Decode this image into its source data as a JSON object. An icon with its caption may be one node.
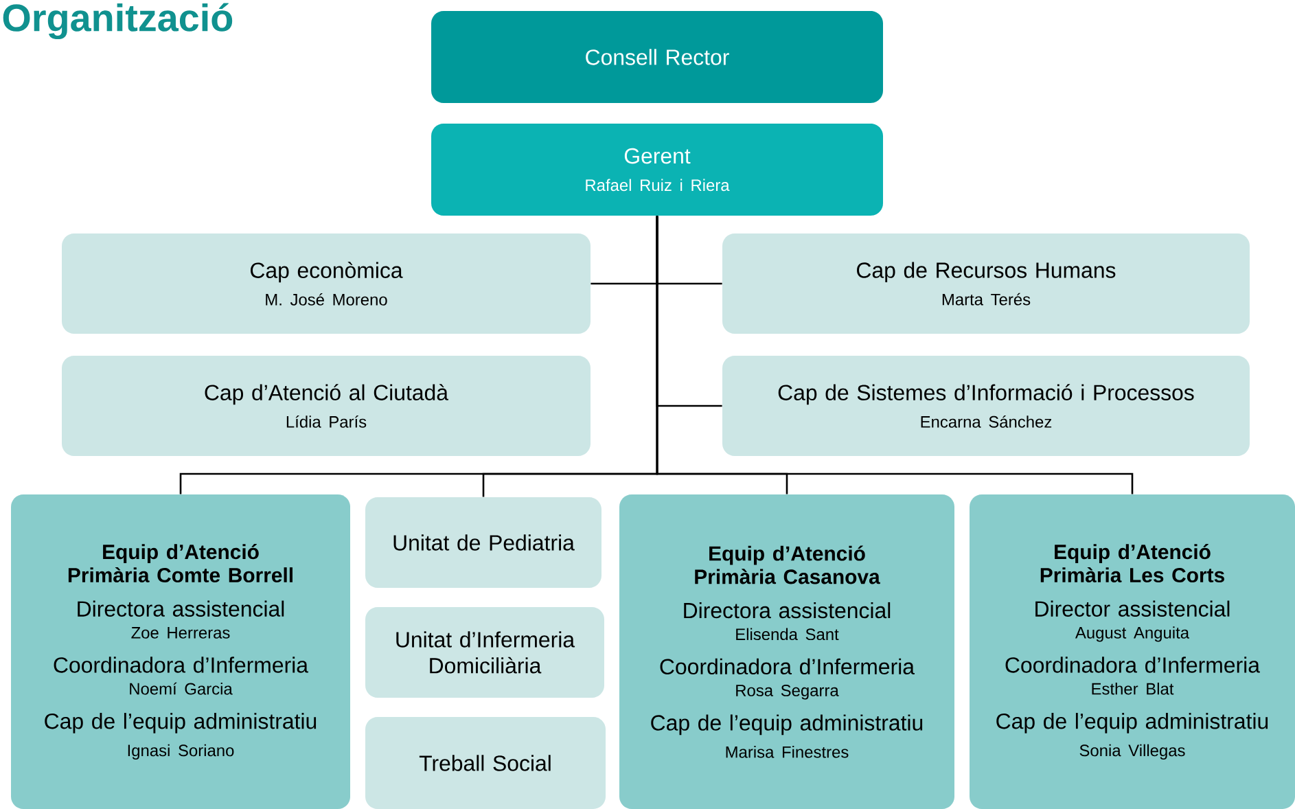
{
  "diagram": {
    "title": "Organització",
    "nodes": [
      {
        "text": [
          "Consell Rector"
        ]
      },
      {
        "text": [
          "Gerent",
          "Rafael Ruiz i Riera"
        ]
      },
      {
        "text": [
          "Cap econòmica",
          "M. José Moreno"
        ]
      },
      {
        "text": [
          "Cap de Recursos Humans",
          "Marta Terés"
        ]
      },
      {
        "text": [
          "Cap d’Atenció al Ciutadà",
          "Lídia París"
        ]
      },
      {
        "text": [
          "Cap de Sistemes d’Informació i Processos",
          "Encarna Sánchez"
        ]
      },
      {
        "text": [
          "Equip d’Atenció Primària Comte Borrell",
          "Directora assistencial",
          "Zoe Herreras",
          "Coordinadora d’Infermeria",
          "Noemí Garcia",
          "Cap de l’equip administratiu",
          "Ignasi Soriano"
        ]
      },
      {
        "text": [
          "Unitat de Pediatria"
        ]
      },
      {
        "text": [
          "Unitat d’Infermeria Domiciliària"
        ]
      },
      {
        "text": [
          "Treball Social"
        ]
      },
      {
        "text": [
          "Equip d’Atenció Primària Casanova",
          "Directora assistencial",
          "Elisenda Sant",
          "Coordinadora d’Infermeria",
          "Rosa Segarra",
          "Cap de l’equip administratiu",
          "Marisa Finestres"
        ]
      },
      {
        "text": [
          "Equip d’Atenció Primària Les Corts",
          "Director assistencial",
          "August Anguita",
          "Coordinadora d’Infermeria",
          "Esther Blat",
          "Cap de l’equip administratiu",
          "Sonia Villegas"
        ]
      }
    ],
    "edges": [
      {
        "from": 1,
        "to": 2,
        "arrow": "none"
      },
      {
        "from": 1,
        "to": 3,
        "arrow": "none"
      },
      {
        "from": 1,
        "to": 5,
        "arrow": "none"
      },
      {
        "from": 1,
        "to": 6,
        "arrow": "none"
      },
      {
        "from": 1,
        "to": 7,
        "arrow": "none"
      },
      {
        "from": 1,
        "to": 10,
        "arrow": "none"
      },
      {
        "from": 1,
        "to": 11,
        "arrow": "none"
      }
    ]
  }
}
